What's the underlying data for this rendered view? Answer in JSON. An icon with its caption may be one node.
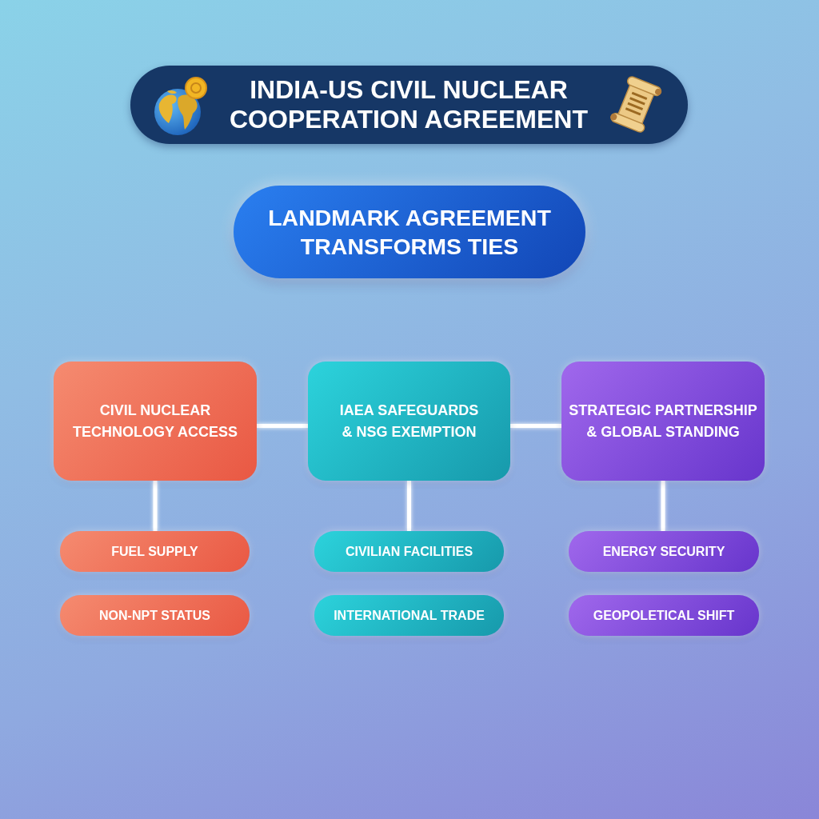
{
  "diagram": {
    "title": "INDIA-US CIVIL NUCLEAR COOPERATION AGREEMENT",
    "nodes": [
      {
        "text": [
          "LANDMARK AGREEMENT TRANSFORMS TIES"
        ]
      },
      {
        "text": [
          "CIVIL NUCLEAR TECHNOLOGY ACCESS"
        ]
      },
      {
        "text": [
          "IAEA SAFEGUARDS & NSG EXEMPTION"
        ]
      },
      {
        "text": [
          "STRATEGIC PARTNERSHIP & GLOBAL STANDING"
        ]
      },
      {
        "text": [
          "FUEL SUPPLY"
        ]
      },
      {
        "text": [
          "NON-NPT STATUS"
        ]
      },
      {
        "text": [
          "CIVILIAN FACILITIES"
        ]
      },
      {
        "text": [
          "INTERNATIONAL TRADE"
        ]
      },
      {
        "text": [
          "ENERGY SECURITY"
        ]
      },
      {
        "text": [
          "GEOPOLETICAL SHIFT"
        ]
      }
    ],
    "edges": [
      {
        "from": 1,
        "to": 2,
        "arrow": "none"
      },
      {
        "from": 2,
        "to": 3,
        "arrow": "none"
      },
      {
        "from": 1,
        "to": 4,
        "arrow": "none"
      },
      {
        "from": 2,
        "to": 6,
        "arrow": "none"
      },
      {
        "from": 3,
        "to": 8,
        "arrow": "none"
      }
    ]
  }
}
